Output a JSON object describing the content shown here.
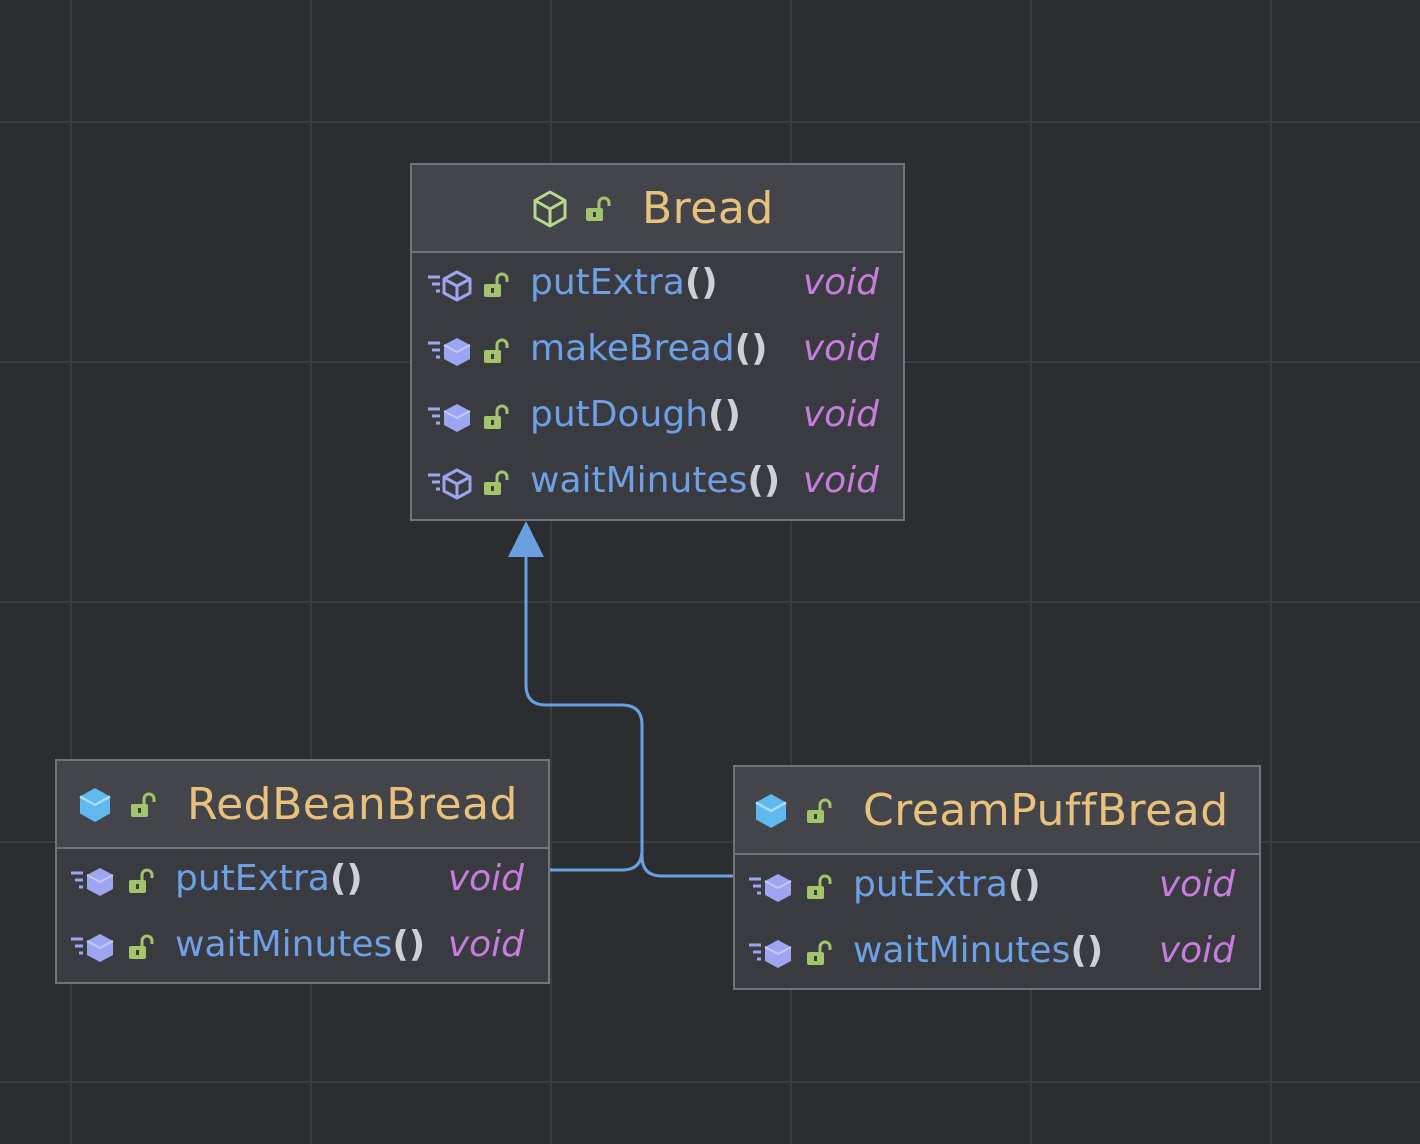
{
  "diagram": {
    "classes": [
      {
        "name": "Bread",
        "kind_icon": "abstract-class-icon",
        "visibility_icon": "public-lock-icon",
        "methods": [
          {
            "name": "putExtra",
            "parens": "()",
            "type": "void",
            "icon": "abstract-method-icon"
          },
          {
            "name": "makeBread",
            "parens": "()",
            "type": "void",
            "icon": "method-icon"
          },
          {
            "name": "putDough",
            "parens": "()",
            "type": "void",
            "icon": "method-icon"
          },
          {
            "name": "waitMinutes",
            "parens": "()",
            "type": "void",
            "icon": "abstract-method-icon"
          }
        ]
      },
      {
        "name": "RedBeanBread",
        "kind_icon": "class-icon",
        "visibility_icon": "public-lock-icon",
        "methods": [
          {
            "name": "putExtra",
            "parens": "()",
            "type": "void",
            "icon": "method-icon"
          },
          {
            "name": "waitMinutes",
            "parens": "()",
            "type": "void",
            "icon": "method-icon"
          }
        ]
      },
      {
        "name": "CreamPuffBread",
        "kind_icon": "class-icon",
        "visibility_icon": "public-lock-icon",
        "methods": [
          {
            "name": "putExtra",
            "parens": "()",
            "type": "void",
            "icon": "method-icon"
          },
          {
            "name": "waitMinutes",
            "parens": "()",
            "type": "void",
            "icon": "method-icon"
          }
        ]
      }
    ],
    "relations": [
      {
        "type": "inheritance",
        "from": "RedBeanBread",
        "to": "Bread"
      },
      {
        "type": "inheritance",
        "from": "CreamPuffBread",
        "to": "Bread"
      }
    ],
    "colors": {
      "canvas": "#2b2d30",
      "grid": "#393b40",
      "node_fill": "#393b40",
      "node_border": "#6f737a",
      "class_name": "#e8c17c",
      "method_name": "#6ea0e6",
      "return_type": "#c77dde",
      "edge": "#6aa0e0",
      "lock": "#a4c46c"
    }
  }
}
